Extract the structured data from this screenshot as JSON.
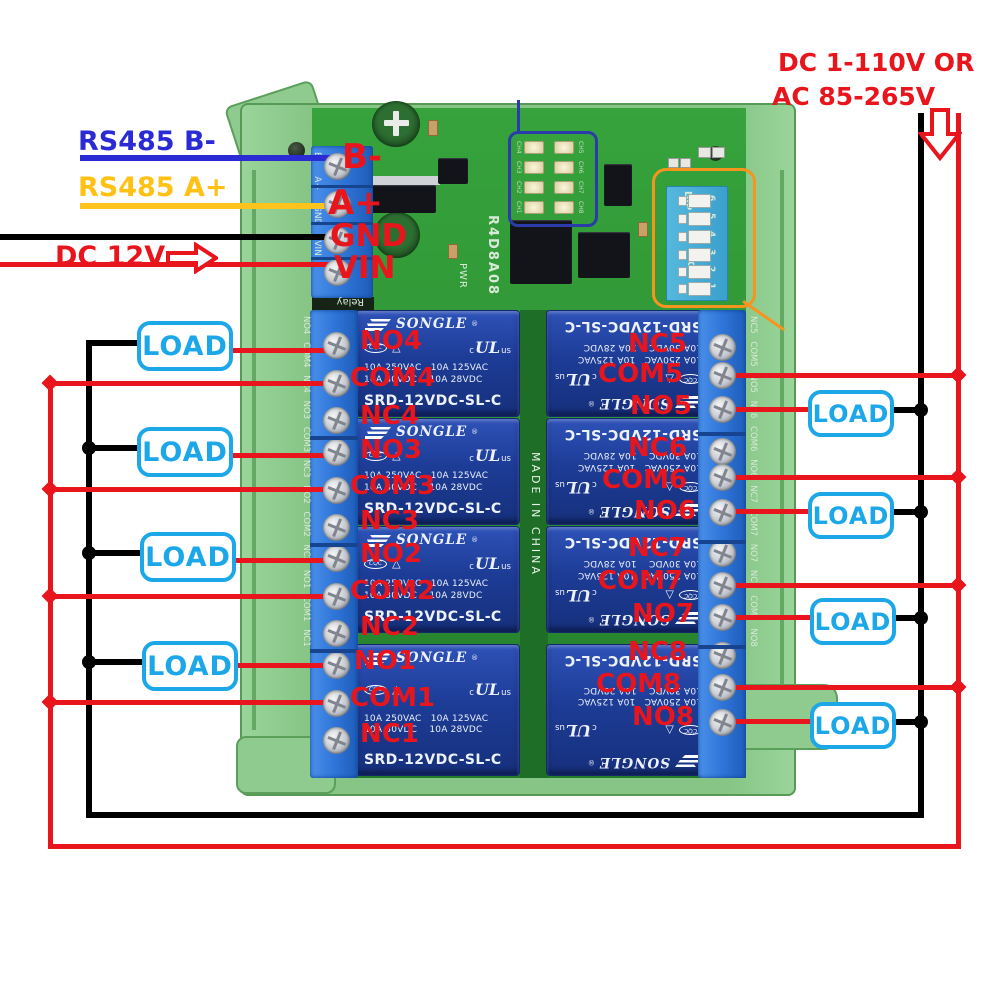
{
  "annotations": {
    "rs485_b": "RS485 B-",
    "rs485_a": "RS485 A+",
    "dc12v": "DC 12V",
    "power_line1": "DC 1-110V OR",
    "power_line2": "AC 85-265V",
    "load": "LOAD"
  },
  "power_terminals": [
    "B-",
    "A+",
    "GND",
    "VIN"
  ],
  "left_channel_labels": [
    "NO4",
    "COM4",
    "NC4",
    "NO3",
    "COM3",
    "NC3",
    "NO2",
    "COM2",
    "NC2",
    "NO1",
    "COM1",
    "NC1"
  ],
  "right_channel_labels": [
    "NC5",
    "COM5",
    "NO5",
    "NC6",
    "COM6",
    "NO6",
    "NC7",
    "COM7",
    "NO7",
    "NC8",
    "COM8",
    "NO8"
  ],
  "relay": {
    "brand": "SONGLE",
    "reg_mark": "®",
    "cqc_mark": "CQC",
    "cert_triangle": "△",
    "ul_c": "c",
    "ul_core": "UL",
    "ul_us": "us",
    "spec_line1": "10A 250VAC   10A 125VAC",
    "spec_line2": "10A 30VDC    10A 28VDC",
    "model": "SRD-12VDC-SL-C"
  },
  "board": {
    "name": "R4D8A08",
    "pwr_label": "PWR",
    "made_in": "MADE IN CHINA",
    "relay_silk": "Relay",
    "dip_label": "DIP",
    "on_label": "ON",
    "dip_numbers": [
      "1",
      "2",
      "3",
      "4",
      "5",
      "6"
    ],
    "led_labels": [
      "CH4",
      "CH3",
      "CH2",
      "CH1",
      "CH5",
      "CH6",
      "CH7",
      "CH8"
    ]
  },
  "colors": {
    "annotation_red": "#e8151c",
    "rs485_blue": "#2b2bd5",
    "rs485_yellow": "#ffc31e",
    "load_cyan": "#1ba7e8",
    "dip_outline_orange": "#f7941d",
    "led_outline_blue": "#2b3caa",
    "relay_blue": "#1d3c96",
    "terminal_blue": "#2d73d6",
    "pcb_green": "#2f9434",
    "carrier_green": "#8cc98c",
    "wire_black": "#000000"
  }
}
